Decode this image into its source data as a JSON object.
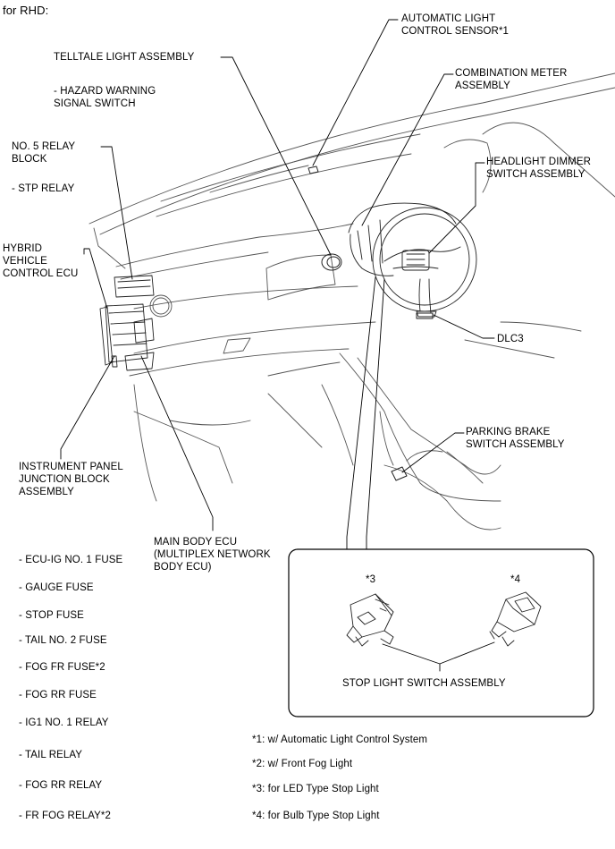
{
  "header": "for RHD:",
  "labels": {
    "auto_light_sensor": "AUTOMATIC LIGHT\nCONTROL SENSOR*1",
    "telltale": "TELLTALE LIGHT ASSEMBLY",
    "hazard": "- HAZARD WARNING\nSIGNAL SWITCH",
    "combination_meter": "COMBINATION METER\nASSEMBLY",
    "relay_block": "NO. 5 RELAY\nBLOCK",
    "stp_relay": "- STP RELAY",
    "headlight_dimmer": "HEADLIGHT DIMMER\nSWITCH ASSEMBLY",
    "hybrid_ecu": "HYBRID\nVEHICLE\nCONTROL ECU",
    "dlc3": "DLC3",
    "parking_brake": "PARKING BRAKE\nSWITCH ASSEMBLY",
    "junction_block": "INSTRUMENT PANEL\nJUNCTION BLOCK\nASSEMBLY",
    "main_body_ecu": "MAIN BODY ECU\n(MULTIPLEX NETWORK\nBODY ECU)",
    "variant_3": "*3",
    "variant_4": "*4",
    "stop_light": "STOP LIGHT SWITCH ASSEMBLY"
  },
  "fuses": [
    "- ECU-IG NO. 1 FUSE",
    "- GAUGE FUSE",
    "- STOP FUSE",
    "- TAIL NO. 2 FUSE",
    "- FOG FR FUSE*2",
    "- FOG RR FUSE",
    "- IG1 NO. 1 RELAY",
    "- TAIL RELAY",
    "- FOG RR RELAY",
    "- FR FOG RELAY*2"
  ],
  "notes": [
    "*1: w/ Automatic Light Control System",
    "*2: w/ Front Fog Light",
    "*3: for LED Type Stop Light",
    "*4: for Bulb Type Stop Light"
  ]
}
